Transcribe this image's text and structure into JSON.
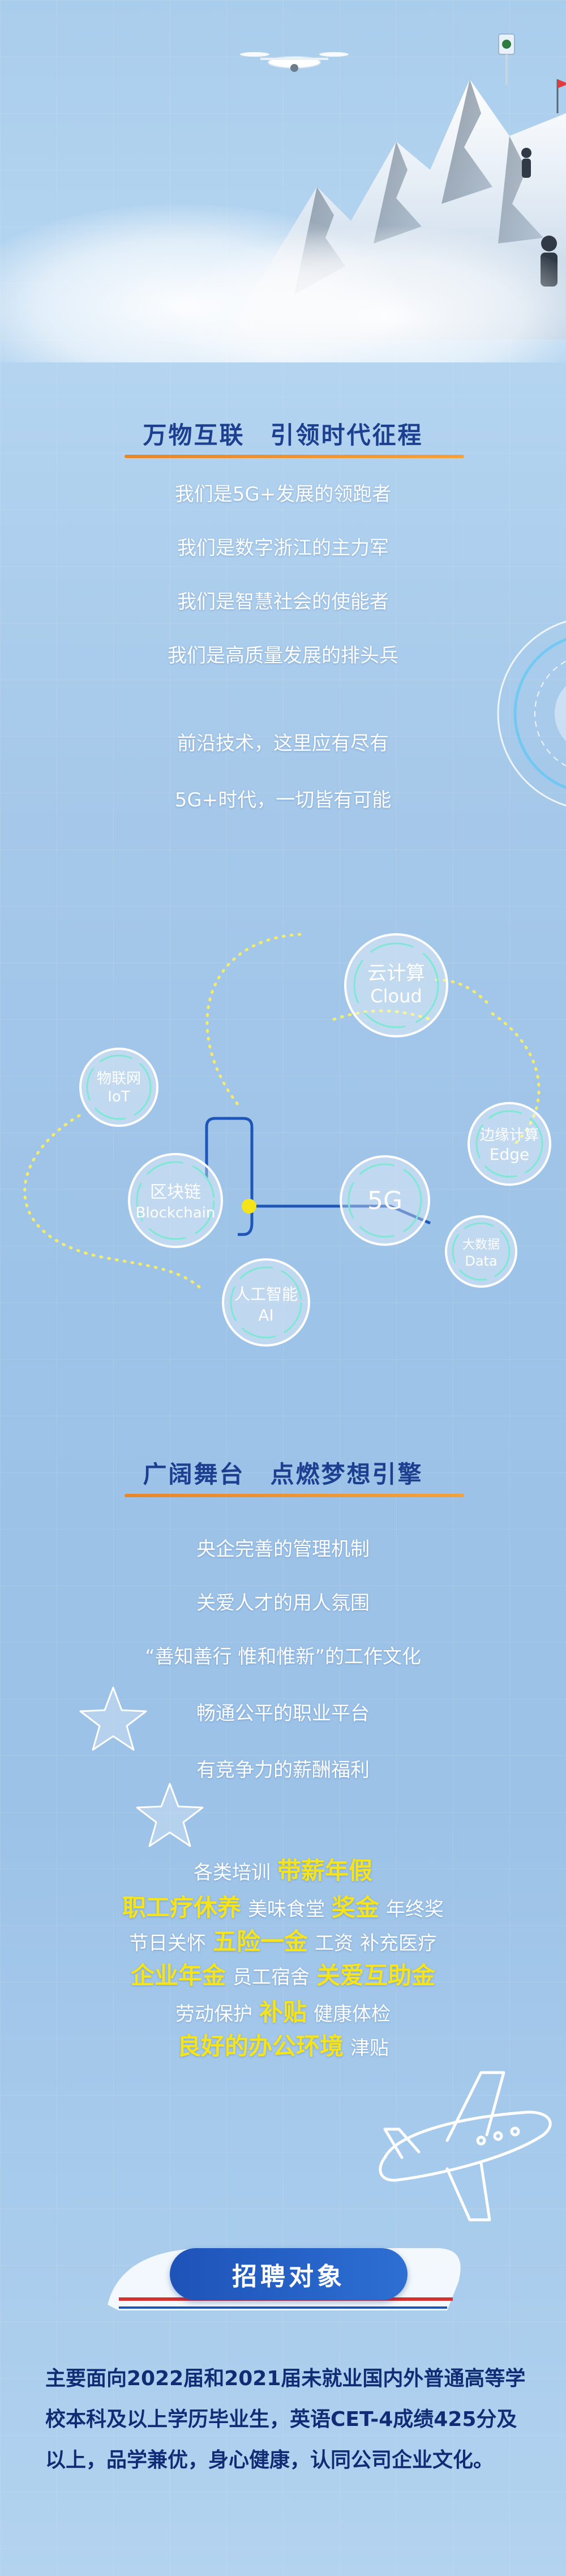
{
  "section1": {
    "title": "万物互联　引领时代征程",
    "lines": [
      "我们是5G+发展的领跑者",
      "我们是数字浙江的主力军",
      "我们是智慧社会的使能者",
      "我们是高质量发展的排头兵"
    ],
    "closing": [
      "前沿技术，这里应有尽有",
      "5G+时代，一切皆有可能"
    ]
  },
  "network": {
    "nodes": [
      {
        "cn": "云计算",
        "en": "Cloud"
      },
      {
        "cn": "物联网",
        "en": "IoT"
      },
      {
        "cn": "区块链",
        "en": "Blockchain"
      },
      {
        "cn": "5G",
        "en": ""
      },
      {
        "cn": "边缘计算",
        "en": "Edge"
      },
      {
        "cn": "大数据",
        "en": "Data"
      },
      {
        "cn": "人工智能",
        "en": "AI"
      }
    ]
  },
  "section2": {
    "title": "广阔舞台　点燃梦想引擎",
    "lines": [
      "央企完善的管理机制",
      "关爱人才的用人氛围",
      "“善知善行 惟和惟新”的工作文化",
      "畅通公平的职业平台",
      "有竞争力的薪酬福利"
    ]
  },
  "benefits": {
    "rows": [
      [
        {
          "t": "各类培训",
          "h": false
        },
        {
          "t": "带薪年假",
          "h": true
        }
      ],
      [
        {
          "t": "职工疗休养",
          "h": true
        },
        {
          "t": "美味食堂",
          "h": false
        },
        {
          "t": "奖金",
          "h": true
        },
        {
          "t": "年终奖",
          "h": false
        }
      ],
      [
        {
          "t": "节日关怀",
          "h": false
        },
        {
          "t": "五险一金",
          "h": true
        },
        {
          "t": "工资",
          "h": false
        },
        {
          "t": "补充医疗",
          "h": false
        }
      ],
      [
        {
          "t": "企业年金",
          "h": true
        },
        {
          "t": "员工宿舍",
          "h": false
        },
        {
          "t": "关爱互助金",
          "h": true
        }
      ],
      [
        {
          "t": "劳动保护",
          "h": false
        },
        {
          "t": "补贴",
          "h": true
        },
        {
          "t": "健康体检",
          "h": false
        }
      ],
      [
        {
          "t": "良好的办公环境",
          "h": true
        },
        {
          "t": "津贴",
          "h": false
        }
      ]
    ]
  },
  "recruit": {
    "title": "招聘对象",
    "body": "主要面向2022届和2021届未就业国内外普通高等学校本科及以上学历毕业生，英语CET-4成绩425分及以上，品学兼优，身心健康，认同公司企业文化。"
  },
  "colors": {
    "title_blue": "#1c3f8f",
    "accent_orange": "#e8862a",
    "highlight_yellow": "#f5e31c",
    "banner_blue": "#1e53b8"
  }
}
